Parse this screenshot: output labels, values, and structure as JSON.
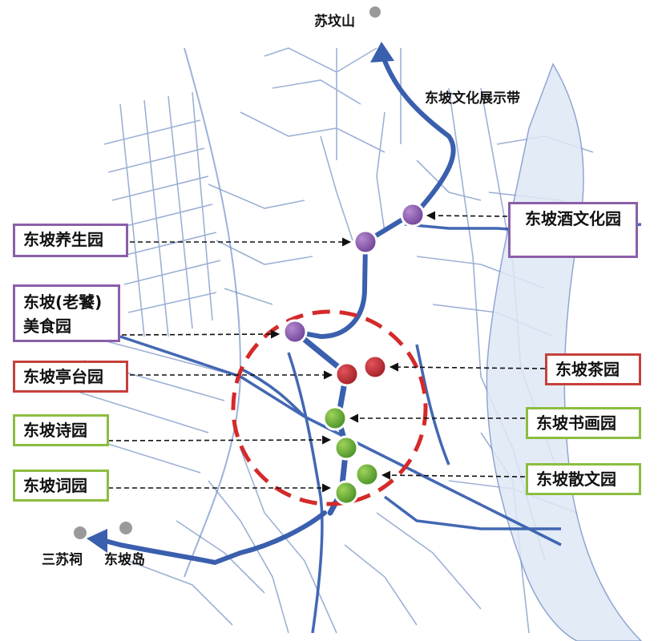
{
  "places": {
    "top_mountain": "苏坟山",
    "belt": "东坡文化展示带",
    "shrine": "三苏祠",
    "island": "东坡岛"
  },
  "gardens": {
    "wine": "东坡酒文化园",
    "wellness": "东坡养生园",
    "food_line1": "东坡(老饕)",
    "food_line2": "美食园",
    "pavilion": "东坡亭台园",
    "tea": "东坡茶园",
    "poetry": "东坡诗园",
    "calligraphy": "东坡书画园",
    "ci": "东坡词园",
    "prose": "东坡散文园"
  },
  "colors": {
    "route": "#3a5fae",
    "purple_node": "#7b4aa0",
    "red_node": "#b8232a",
    "green_node": "#5aa32e",
    "purple_border": "#8a5fa8",
    "red_border": "#c4413b",
    "green_border": "#8cbd3f",
    "circle": "#d42a2a",
    "gray_point": "#9a9a9a"
  }
}
